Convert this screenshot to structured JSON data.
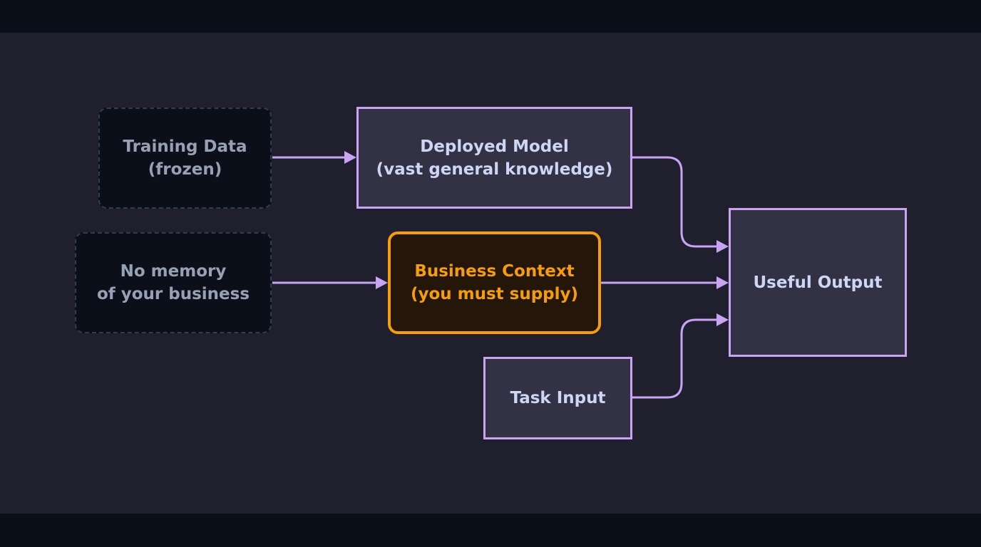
{
  "colors": {
    "background": "#1f1f2e",
    "band": "#0b0f19",
    "edge": "#c9a4f2",
    "accent": "#f59e0b",
    "node_fill": "#323244",
    "ghost_fill": "#0b0f19",
    "ghost_border": "#343b4a"
  },
  "nodes": {
    "training": {
      "line1": "Training Data",
      "line2": "(frozen)"
    },
    "nomemory": {
      "line1": "No memory",
      "line2": "of your business"
    },
    "model": {
      "line1": "Deployed Model",
      "line2": "(vast general knowledge)"
    },
    "context": {
      "line1": "Business Context",
      "line2": "(you must supply)"
    },
    "task": {
      "line1": "Task Input"
    },
    "output": {
      "line1": "Useful Output"
    }
  },
  "edges": [
    {
      "from": "Training Data",
      "to": "Deployed Model"
    },
    {
      "from": "No memory of your business",
      "to": "Business Context"
    },
    {
      "from": "Deployed Model",
      "to": "Useful Output"
    },
    {
      "from": "Business Context",
      "to": "Useful Output"
    },
    {
      "from": "Task Input",
      "to": "Useful Output"
    }
  ]
}
